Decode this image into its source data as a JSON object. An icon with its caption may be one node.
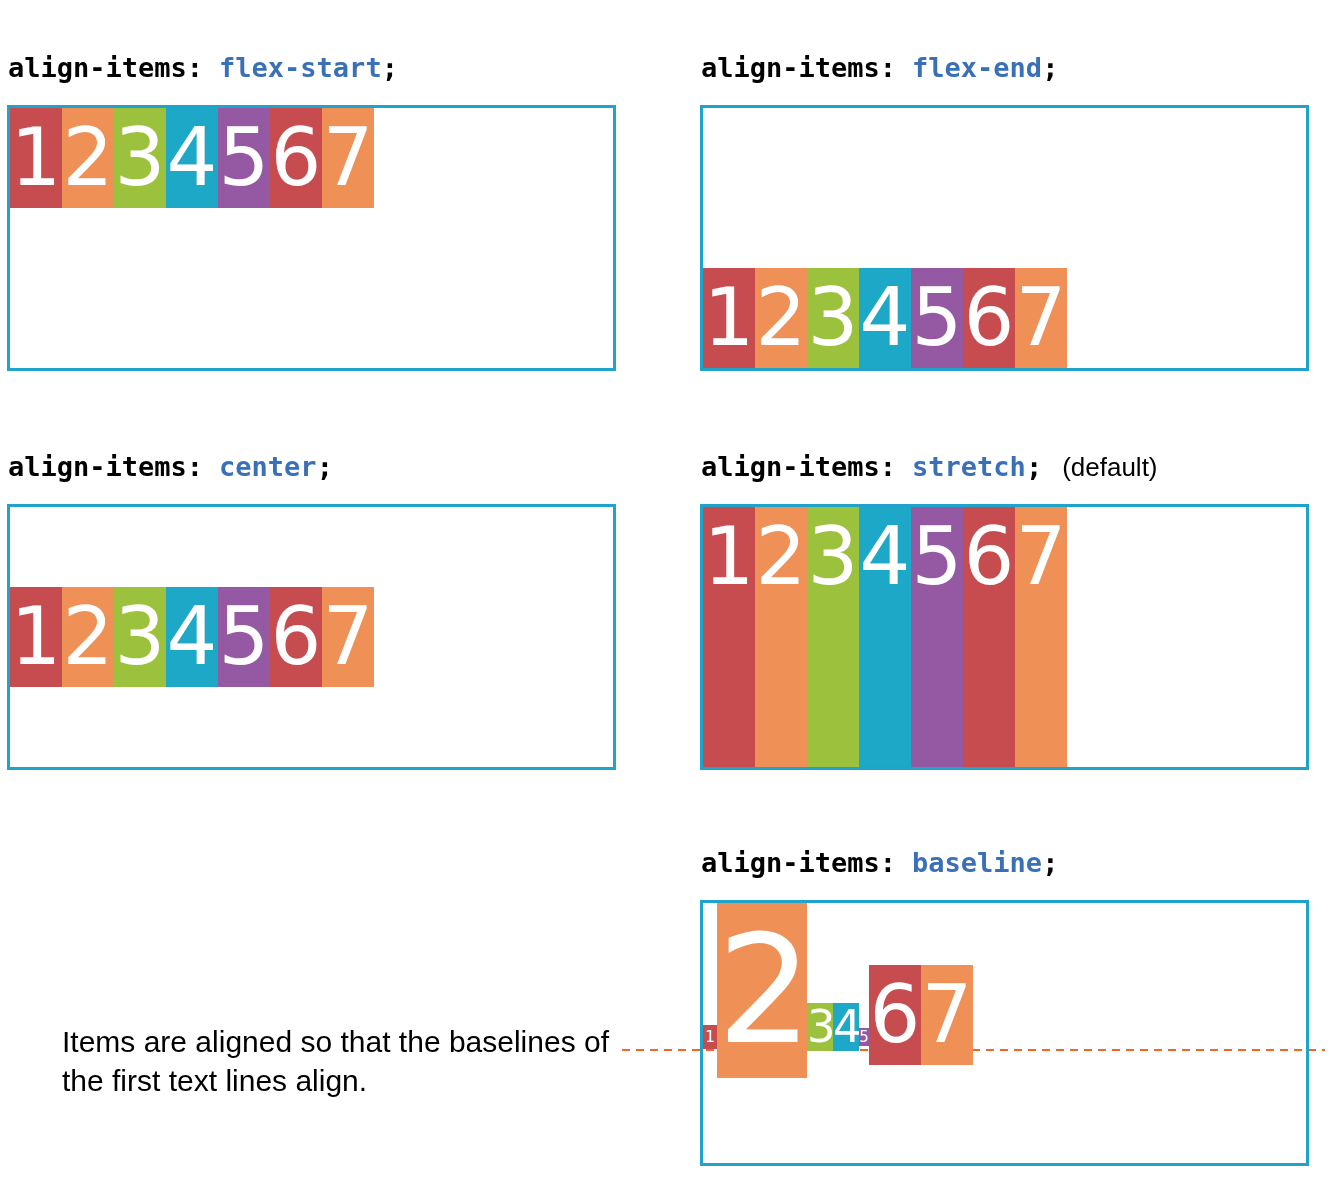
{
  "diagram": {
    "nodes": [
      {
        "text": [
          "align-items:",
          "flex-start;"
        ]
      },
      {
        "text": [
          "1"
        ],
        "in": 0
      },
      {
        "text": [
          "2"
        ],
        "in": 0
      },
      {
        "text": [
          "3"
        ],
        "in": 0
      },
      {
        "text": [
          "4"
        ],
        "in": 0
      },
      {
        "text": [
          "5"
        ],
        "in": 0
      },
      {
        "text": [
          "6"
        ],
        "in": 0
      },
      {
        "text": [
          "7"
        ],
        "in": 0
      },
      {
        "text": [
          "align-items:",
          "flex-end;"
        ]
      },
      {
        "text": [
          "1"
        ],
        "in": 8
      },
      {
        "text": [
          "2"
        ],
        "in": 8
      },
      {
        "text": [
          "3"
        ],
        "in": 8
      },
      {
        "text": [
          "4"
        ],
        "in": 8
      },
      {
        "text": [
          "5"
        ],
        "in": 8
      },
      {
        "text": [
          "6"
        ],
        "in": 8
      },
      {
        "text": [
          "7"
        ],
        "in": 8
      },
      {
        "text": [
          "align-items:",
          "center;"
        ]
      },
      {
        "text": [
          "1"
        ],
        "in": 16
      },
      {
        "text": [
          "2"
        ],
        "in": 16
      },
      {
        "text": [
          "3"
        ],
        "in": 16
      },
      {
        "text": [
          "4"
        ],
        "in": 16
      },
      {
        "text": [
          "5"
        ],
        "in": 16
      },
      {
        "text": [
          "6"
        ],
        "in": 16
      },
      {
        "text": [
          "7"
        ],
        "in": 16
      },
      {
        "text": [
          "align-items:",
          "stretch;"
        ],
        "beside": [
          "(default)"
        ]
      },
      {
        "text": [
          "1"
        ],
        "in": 24
      },
      {
        "text": [
          "2"
        ],
        "in": 24
      },
      {
        "text": [
          "3"
        ],
        "in": 24
      },
      {
        "text": [
          "4"
        ],
        "in": 24
      },
      {
        "text": [
          "5"
        ],
        "in": 24
      },
      {
        "text": [
          "6"
        ],
        "in": 24
      },
      {
        "text": [
          "7"
        ],
        "in": 24
      },
      {
        "text": [
          "align-items:",
          "baseline;"
        ]
      },
      {
        "text": [
          "1"
        ],
        "in": 32
      },
      {
        "text": [
          "2"
        ],
        "in": 32
      },
      {
        "text": [
          "3"
        ],
        "in": 32
      },
      {
        "text": [
          "4"
        ],
        "in": 32
      },
      {
        "text": [
          "5"
        ],
        "in": 32
      },
      {
        "text": [
          "6"
        ],
        "in": 32
      },
      {
        "text": [
          "7"
        ],
        "in": 32
      }
    ],
    "labels": [
      "Items are aligned so that the baselines of the first text lines align."
    ]
  }
}
